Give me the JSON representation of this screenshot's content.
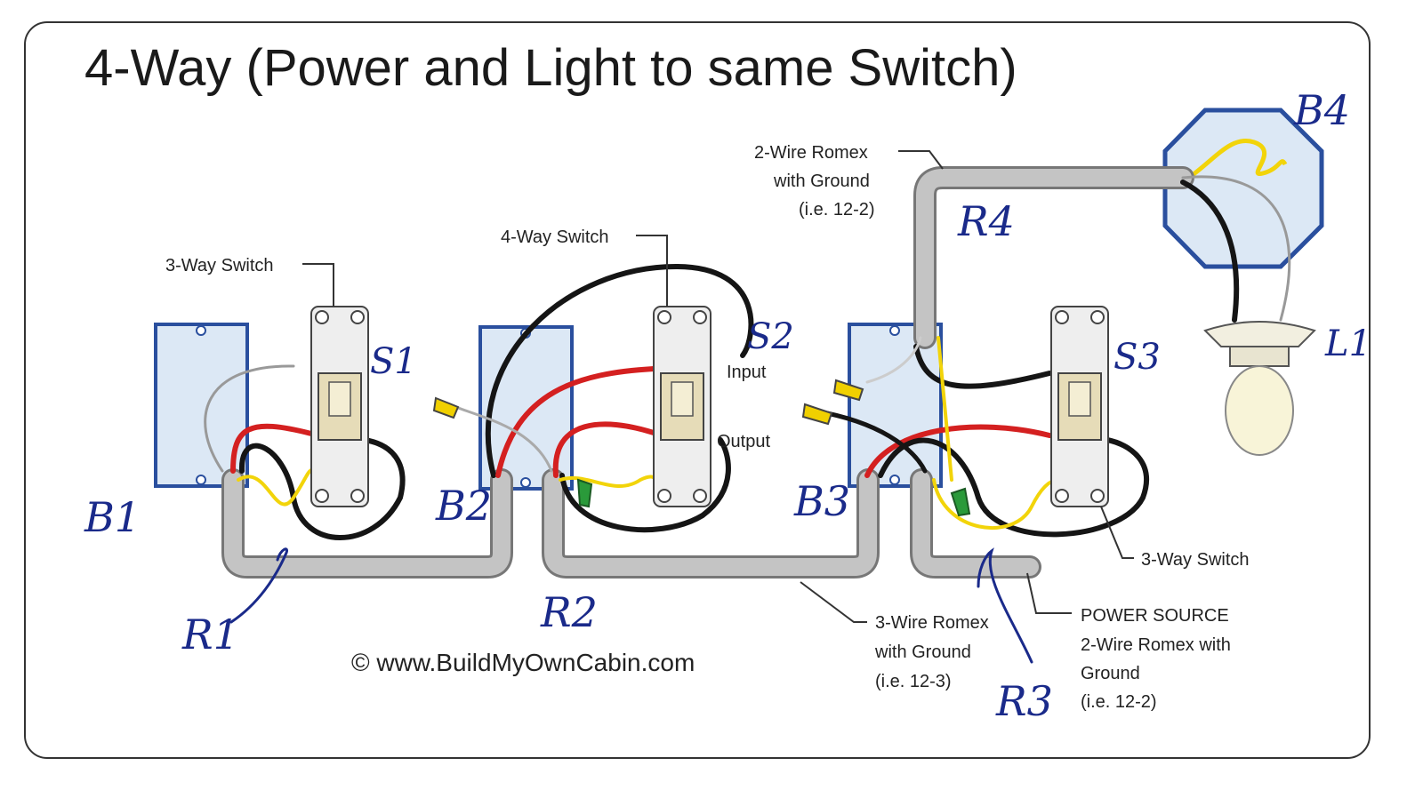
{
  "title": "4-Way (Power and Light to same Switch)",
  "labels": {
    "left_switch": "3-Way Switch",
    "middle_switch": "4-Way Switch",
    "right_switch": "3-Way Switch",
    "input": "Input",
    "output": "Output",
    "romex2_line1": "2-Wire Romex",
    "romex2_line2": "with Ground",
    "romex2_line3": "(i.e. 12-2)",
    "romex3_line1": "3-Wire Romex",
    "romex3_line2": "with Ground",
    "romex3_line3": "(i.e. 12-3)",
    "power_line1": "POWER SOURCE",
    "power_line2": "2-Wire Romex with",
    "power_line3": "Ground",
    "power_line4": "(i.e. 12-2)",
    "copyright": "© www.BuildMyOwnCabin.com"
  },
  "handwritten": {
    "b1": "B1",
    "b2": "B2",
    "b3": "B3",
    "b4": "B4",
    "s1": "S1",
    "s2": "S2",
    "s3": "S3",
    "l1": "L1",
    "r1": "R1",
    "r2": "R2",
    "r3": "R3",
    "r4": "R4"
  },
  "colors": {
    "box_blue": "#2a4f9e",
    "box_fill": "#dce8f5",
    "cable": "#b8b8b8",
    "hot_red": "#d42020",
    "black_wire": "#151515",
    "ground_yellow": "#f2d40a",
    "white_wire": "#e8e8e8",
    "handwriting": "#1a2a8a",
    "nut_green": "#2a9a3a",
    "nut_yellow": "#f0d000"
  }
}
